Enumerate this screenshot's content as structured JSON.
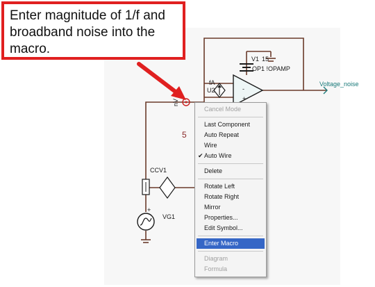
{
  "callout": {
    "text": "Enter magnitude of 1/f and broadband noise into the macro."
  },
  "schematic": {
    "battery_ref": "V1",
    "battery_value": "15",
    "opamp_label": "OP1 !OPAMP",
    "source_ref": "U2",
    "source_value": "fA",
    "net_output": "Voltage_noise",
    "node_label": "nV",
    "node_number": "5",
    "ccvs_ref": "CCV1",
    "gen_ref": "VG1",
    "pin_plus": "+",
    "pin_minus": "-"
  },
  "context_menu": {
    "items": [
      {
        "label": "Cancel Mode",
        "enabled": false,
        "checked": false,
        "highlighted": false
      },
      {
        "separator": true
      },
      {
        "label": "Last Component",
        "enabled": true,
        "checked": false,
        "highlighted": false
      },
      {
        "label": "Auto Repeat",
        "enabled": true,
        "checked": false,
        "highlighted": false
      },
      {
        "label": "Wire",
        "enabled": true,
        "checked": false,
        "highlighted": false
      },
      {
        "label": "Auto Wire",
        "enabled": true,
        "checked": true,
        "highlighted": false
      },
      {
        "separator": true
      },
      {
        "label": "Delete",
        "enabled": true,
        "checked": false,
        "highlighted": false
      },
      {
        "separator": true
      },
      {
        "label": "Rotate Left",
        "enabled": true,
        "checked": false,
        "highlighted": false
      },
      {
        "label": "Rotate Right",
        "enabled": true,
        "checked": false,
        "highlighted": false
      },
      {
        "label": "Mirror",
        "enabled": true,
        "checked": false,
        "highlighted": false
      },
      {
        "label": "Properties...",
        "enabled": true,
        "checked": false,
        "highlighted": false
      },
      {
        "label": "Edit Symbol...",
        "enabled": true,
        "checked": false,
        "highlighted": false
      },
      {
        "separator": true
      },
      {
        "label": "Enter Macro",
        "enabled": true,
        "checked": false,
        "highlighted": true
      },
      {
        "separator": true
      },
      {
        "label": "Diagram",
        "enabled": false,
        "checked": false,
        "highlighted": false
      },
      {
        "label": "Formula",
        "enabled": false,
        "checked": false,
        "highlighted": false
      }
    ],
    "check_glyph": "✔"
  },
  "colors": {
    "callout_border": "#e02020",
    "arrow": "#e02020",
    "wire": "#6a3a2a",
    "node_marker": "#cc2020",
    "net_label": "#1a7a7a",
    "menu_highlight": "#3566c6"
  }
}
